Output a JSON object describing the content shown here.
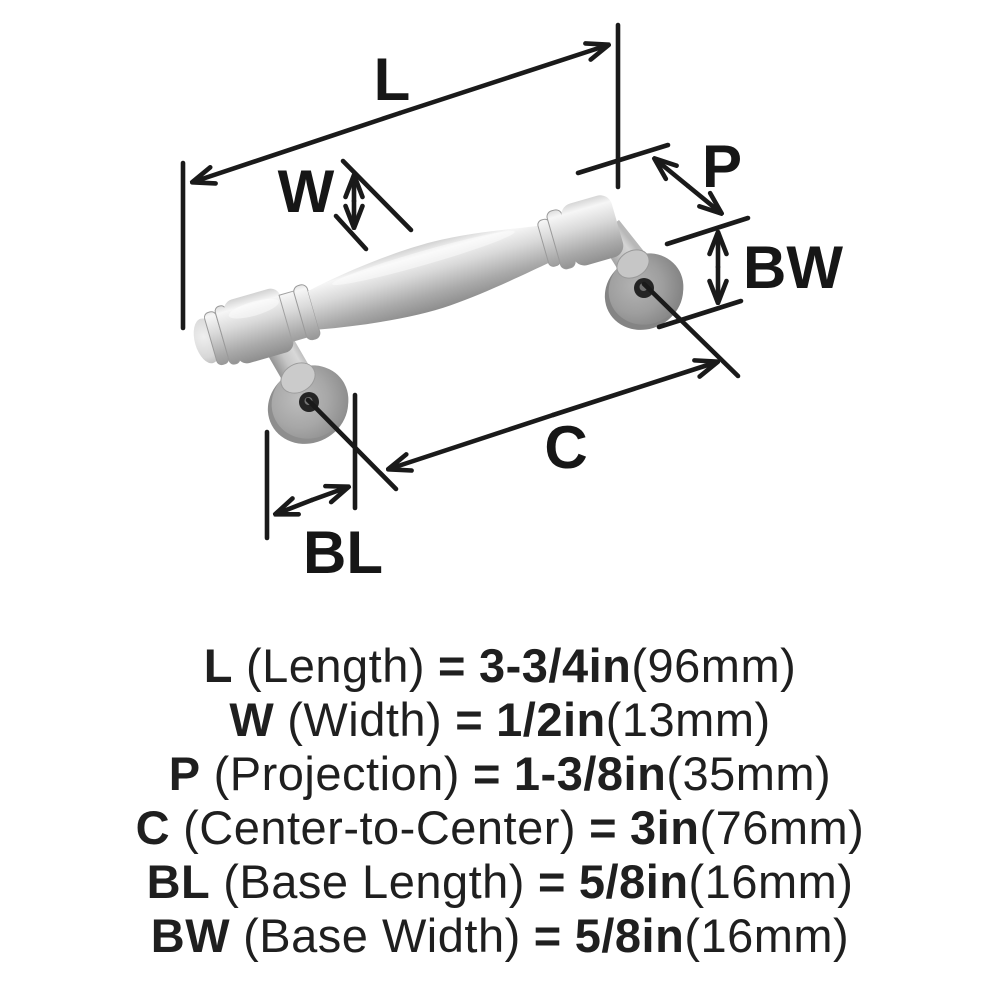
{
  "page": {
    "background": "#ffffff"
  },
  "diagram": {
    "ink_color": "#1a1a1a",
    "metal_light": "#f6f6f6",
    "metal_mid": "#d9d9d9",
    "metal_dark": "#8c8c8c",
    "base_gray": "#a6a6a6",
    "screw_hole_color": "#242424",
    "labels": {
      "length": "L",
      "width": "W",
      "projection": "P",
      "center_to_center": "C",
      "base_length": "BL",
      "base_width": "BW"
    }
  },
  "specs": [
    {
      "code": "L",
      "name": "(Length)",
      "equals": "=",
      "imperial": "3-3/4in",
      "metric": "(96mm)"
    },
    {
      "code": "W",
      "name": "(Width)",
      "equals": "=",
      "imperial": "1/2in",
      "metric": "(13mm)"
    },
    {
      "code": "P",
      "name": "(Projection)",
      "equals": "=",
      "imperial": "1-3/8in",
      "metric": "(35mm)"
    },
    {
      "code": "C",
      "name": "(Center-to-Center)",
      "equals": "=",
      "imperial": "3in",
      "metric": "(76mm)"
    },
    {
      "code": "BL",
      "name": "(Base Length)",
      "equals": "=",
      "imperial": "5/8in",
      "metric": "(16mm)"
    },
    {
      "code": "BW",
      "name": "(Base Width)",
      "equals": "=",
      "imperial": "5/8in",
      "metric": "(16mm)"
    }
  ]
}
